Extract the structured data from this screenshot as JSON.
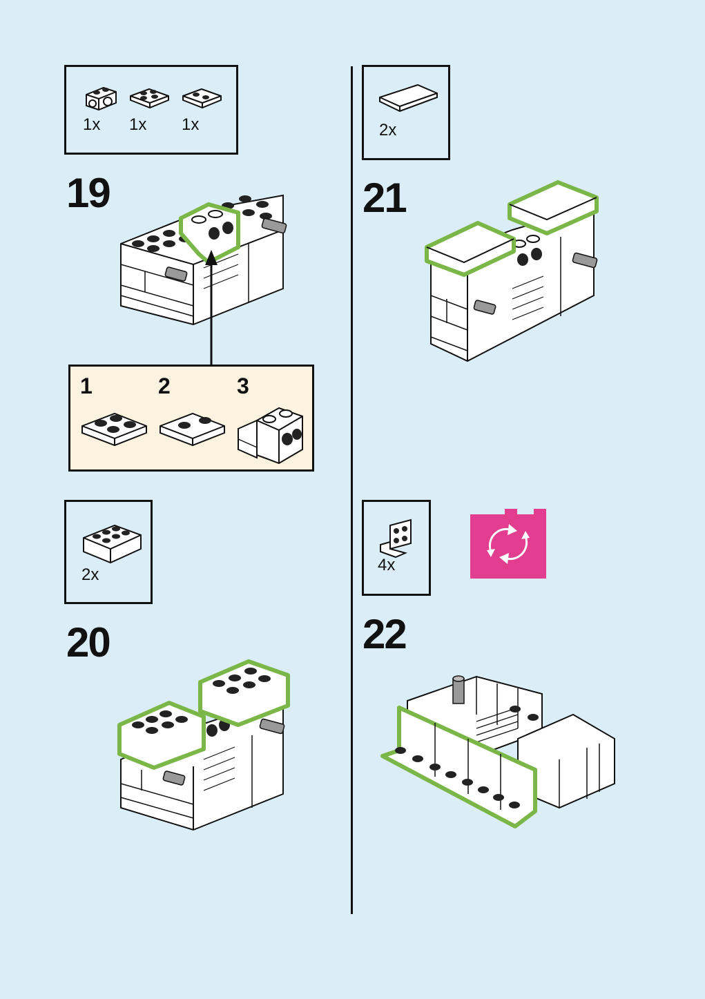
{
  "steps": [
    {
      "number": "19",
      "parts": [
        {
          "qty": "1x",
          "icon": "technic-brick-1x2-icon"
        },
        {
          "qty": "1x",
          "icon": "plate-2x2-icon"
        },
        {
          "qty": "1x",
          "icon": "tile-2x2-jumper-icon"
        }
      ]
    },
    {
      "number": "20",
      "parts": [
        {
          "qty": "2x",
          "icon": "brick-2x3-icon"
        }
      ]
    },
    {
      "number": "21",
      "parts": [
        {
          "qty": "2x",
          "icon": "tile-2x4-icon"
        }
      ]
    },
    {
      "number": "22",
      "parts": [
        {
          "qty": "4x",
          "icon": "bracket-1x2-icon"
        }
      ]
    }
  ],
  "substeps": {
    "labels": [
      "1",
      "2",
      "3"
    ]
  },
  "colors": {
    "background": "#dbedf7",
    "highlight": "#7ab648",
    "substep_bg": "#fbf3df",
    "rotate_badge": "#e23d8e"
  },
  "rotate_badge": {
    "icon": "rotate-model-icon"
  }
}
